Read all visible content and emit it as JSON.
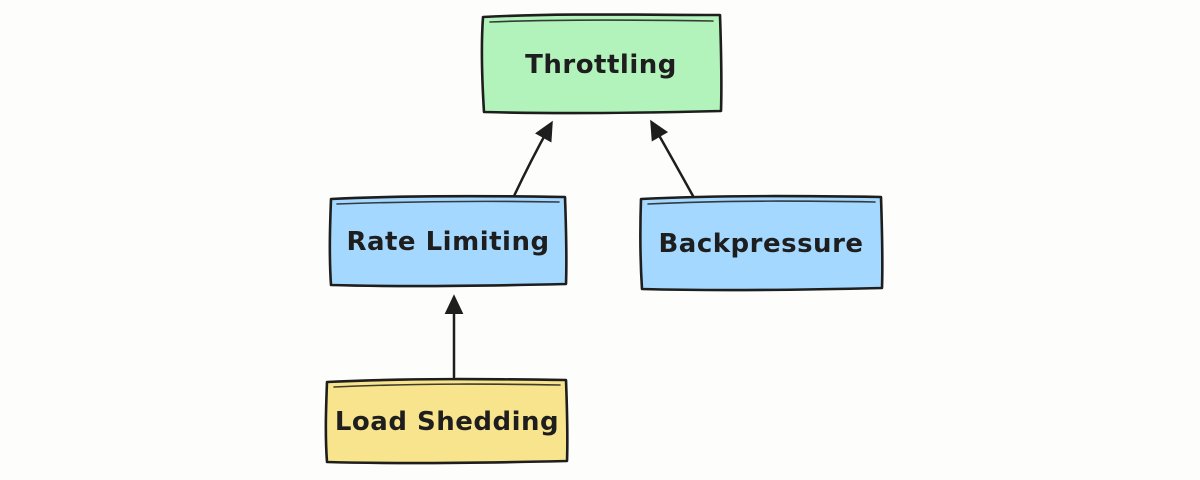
{
  "canvas": {
    "background": "#fdfdfc",
    "stroke_color": "#1e1e1e"
  },
  "diagram": {
    "type": "flowchart",
    "nodes": [
      {
        "id": "throttling",
        "label": "Throttling",
        "fill": "#b2f2bb"
      },
      {
        "id": "rate-limiting",
        "label": "Rate Limiting",
        "fill": "#a5d8ff"
      },
      {
        "id": "backpressure",
        "label": "Backpressure",
        "fill": "#a5d8ff"
      },
      {
        "id": "load-shedding",
        "label": "Load Shedding",
        "fill": "#f8e48c"
      }
    ],
    "edges": [
      {
        "from": "Rate Limiting",
        "to": "Throttling"
      },
      {
        "from": "Backpressure",
        "to": "Throttling"
      },
      {
        "from": "Load Shedding",
        "to": "Rate Limiting"
      }
    ]
  }
}
